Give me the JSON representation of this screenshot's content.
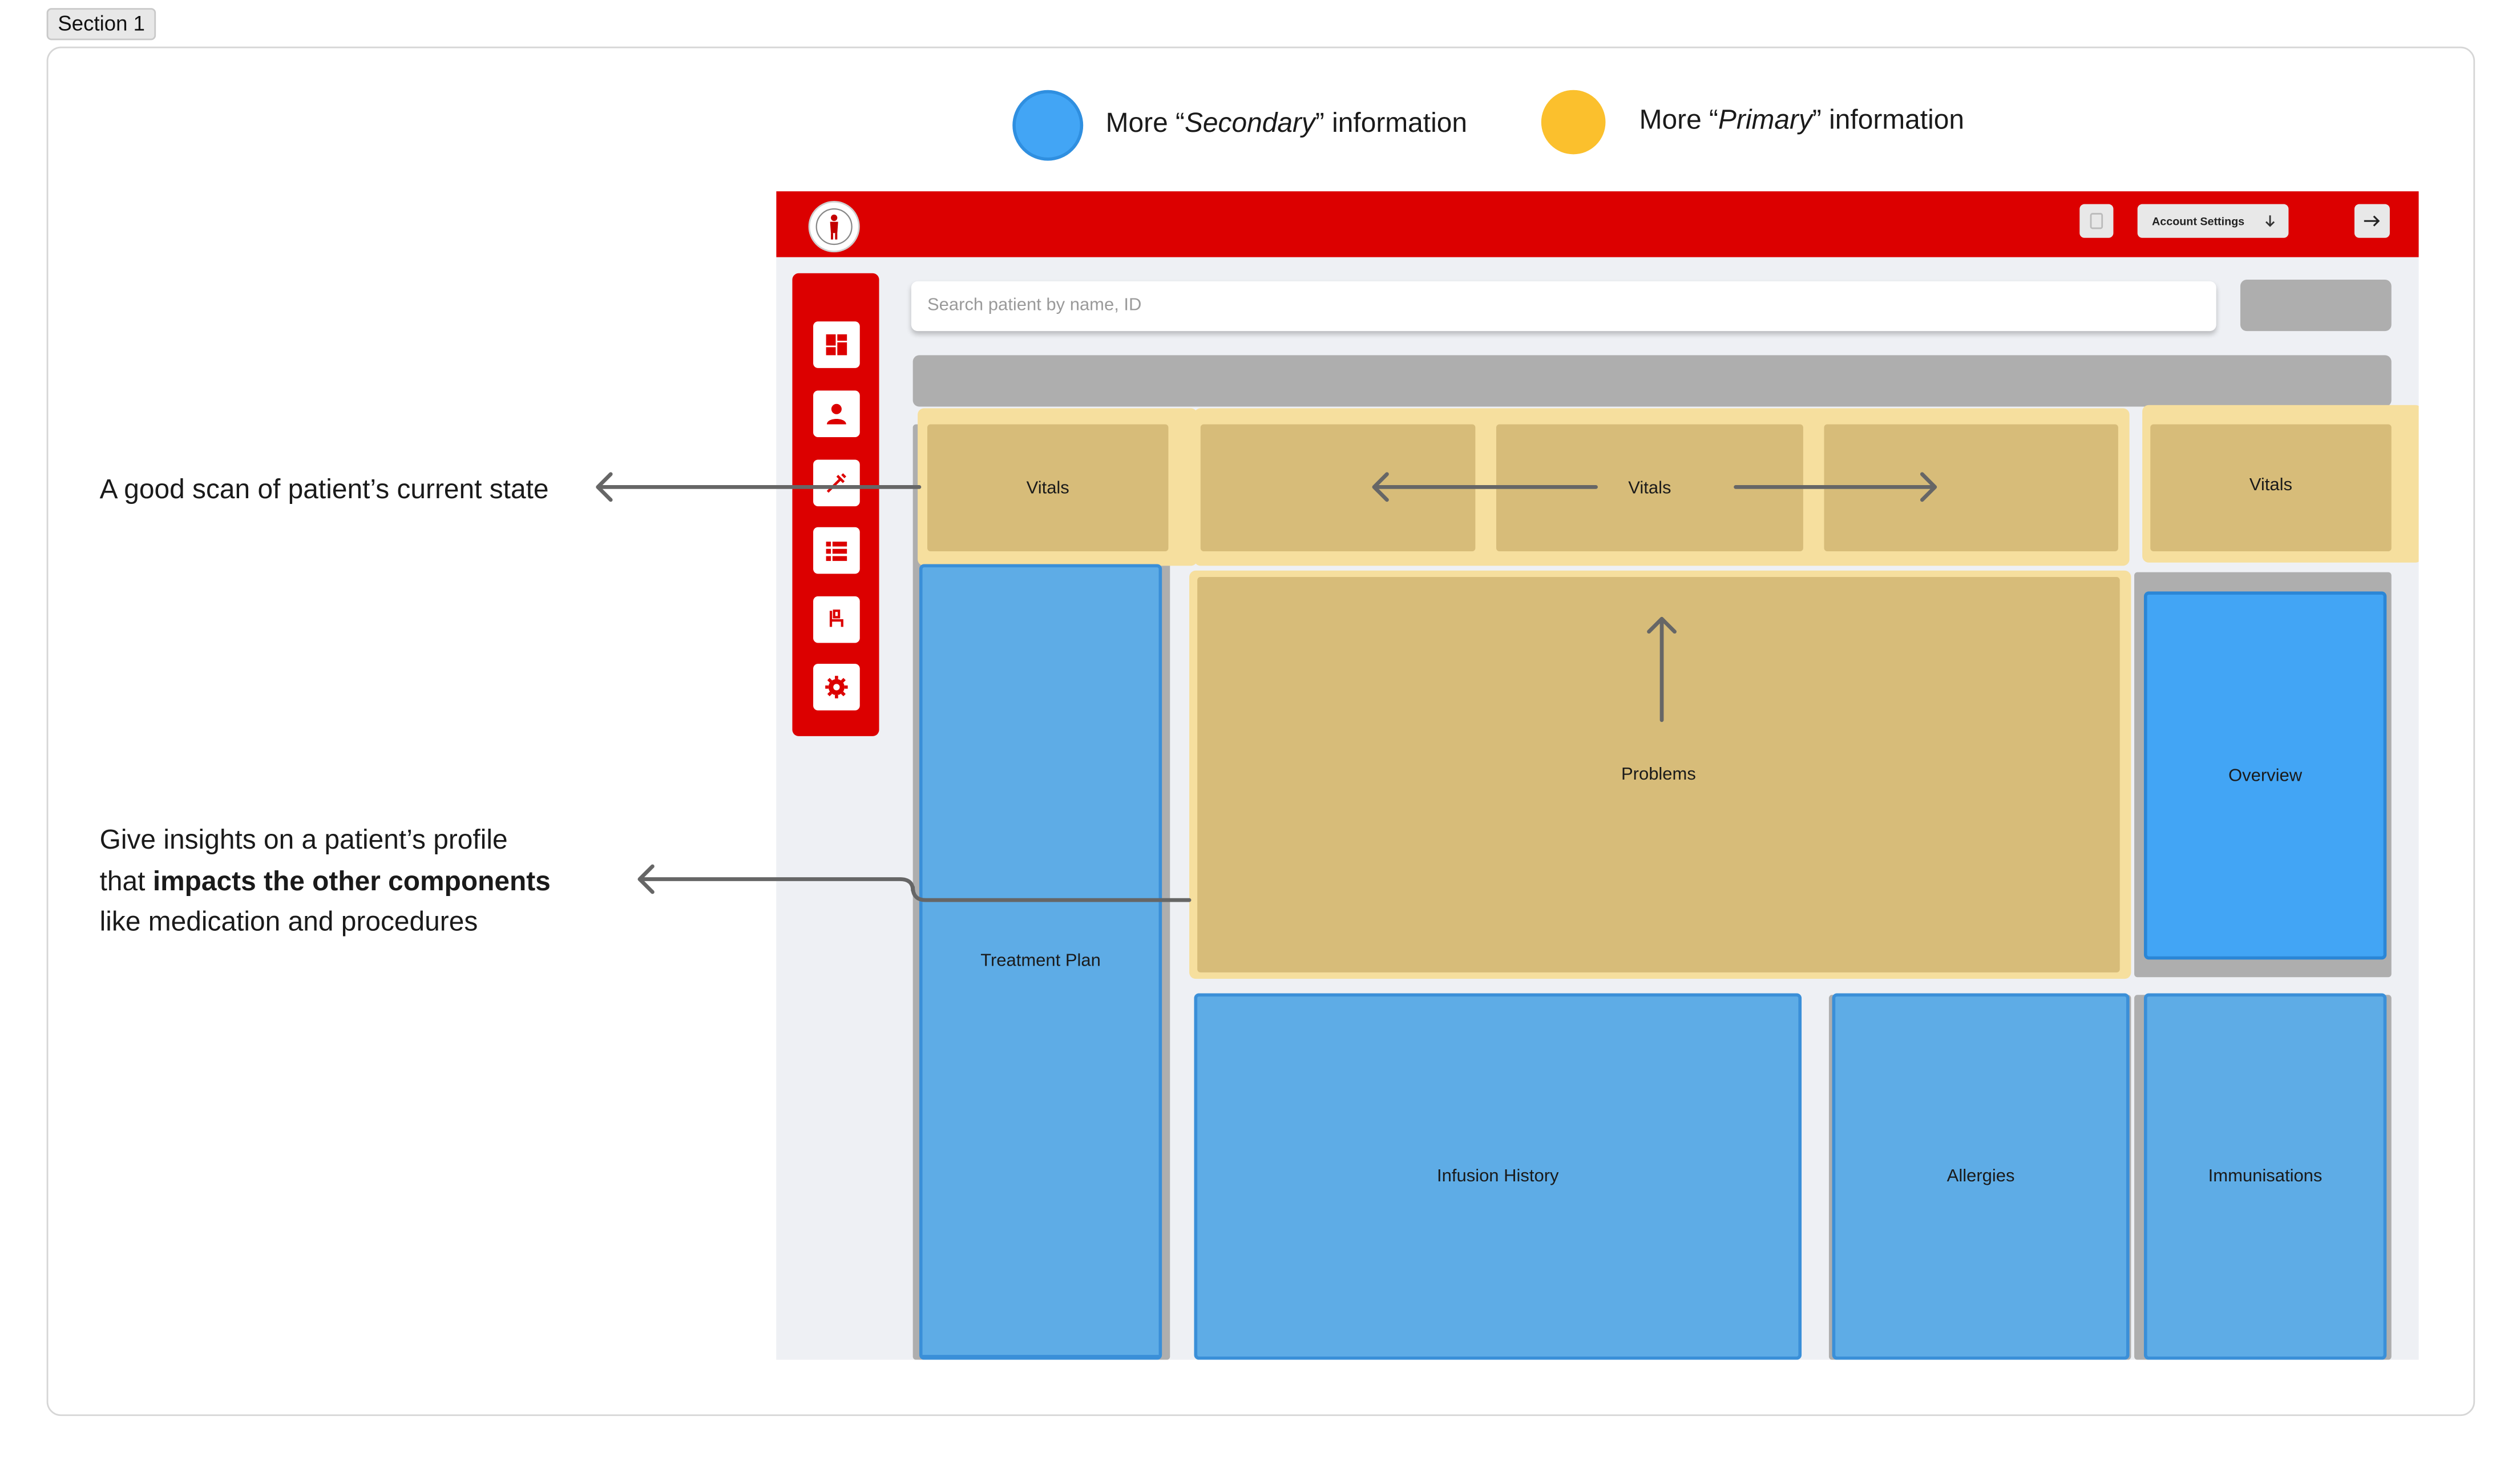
{
  "section_label": "Section 1",
  "legend": {
    "secondary_prefix": "More “",
    "secondary_emph": "Secondary",
    "secondary_suffix": "” information",
    "primary_prefix": "More “",
    "primary_emph": "Primary",
    "primary_suffix": "” information",
    "secondary_color": "#42a5f5",
    "primary_color": "#fbc02d"
  },
  "annotations": {
    "vitals_note": "A good scan of patient’s current state",
    "insight_line1": "Give insights on a patient’s profile",
    "insight_line2_prefix": "that ",
    "insight_line2_bold": "impacts the other components",
    "insight_line3": "like medication and procedures"
  },
  "app": {
    "brand_color": "#dc0000",
    "account_settings_label": "Account Settings",
    "search_placeholder": "Search patient by name, ID",
    "sidebar_icons": [
      "dashboard-icon",
      "patient-icon",
      "syringe-icon",
      "list-icon",
      "bed-icon",
      "settings-icon"
    ],
    "cards": {
      "vitals_left": "Vitals",
      "vitals_center": "Vitals",
      "vitals_right": "Vitals",
      "problems": "Problems",
      "overview": "Overview",
      "treatment_plan": "Treatment Plan",
      "infusion_history": "Infusion History",
      "allergies": "Allergies",
      "immunisations": "Immunisations"
    }
  }
}
